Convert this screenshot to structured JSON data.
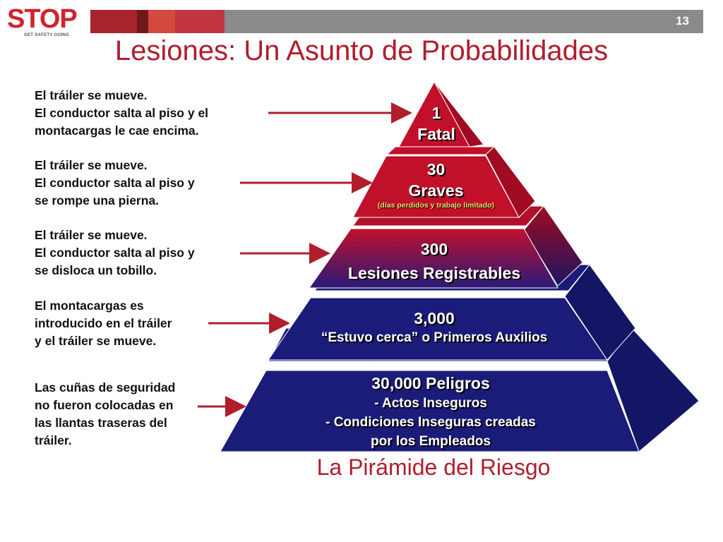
{
  "header": {
    "logo_text": "STOP",
    "logo_tagline": "GET SAFETY GOING",
    "slide_number": "13",
    "title": "Lesiones:  Un Asunto de Probabilidades",
    "accent_colors": [
      "#a8242a",
      "#7a1a1f",
      "#d24b3e",
      "#c0353f"
    ]
  },
  "captions": [
    {
      "lines": [
        "El tráiler se mueve.",
        "El conductor salta al piso y el",
        "montacargas le cae encima."
      ]
    },
    {
      "lines": [
        "El tráiler se mueve.",
        "El conductor salta al piso y",
        "se rompe una pierna."
      ]
    },
    {
      "lines": [
        "El tráiler se mueve.",
        "El conductor salta al piso y",
        "se disloca un tobillo."
      ]
    },
    {
      "lines": [
        "El montacargas es",
        "introducido en el tráiler",
        "y el tráiler se mueve."
      ]
    },
    {
      "lines": [
        "Las cuñas de seguridad",
        "no fueron colocadas en",
        "las llantas traseras del",
        "tráiler."
      ]
    }
  ],
  "pyramid": {
    "levels": [
      {
        "count": "1",
        "label": "Fatal"
      },
      {
        "count": "30",
        "label": "Graves",
        "sublabel": "(días perdidos y trabajo limitado)"
      },
      {
        "count": "300",
        "label": "Lesiones Registrables"
      },
      {
        "count": "3,000",
        "label": "“Estuvo cerca” o Primeros Auxilios"
      },
      {
        "count": "30,000 Peligros",
        "label": "-  Actos Inseguros",
        "label2": "-  Condiciones Inseguras creadas",
        "label3": "por los Empleados"
      }
    ],
    "colors": {
      "red": "#c0102a",
      "navy": "#1b1b7a",
      "arrow": "#b01e2d"
    },
    "caption": "La Pirámide del Riesgo"
  }
}
